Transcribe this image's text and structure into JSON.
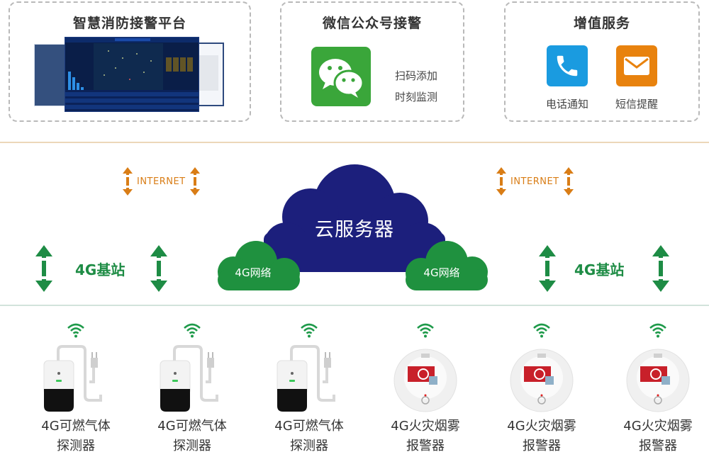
{
  "top_panels": {
    "platform": {
      "title": "智慧消防接警平台",
      "image": "fire-control-dashboard-screenshot"
    },
    "wechat": {
      "title": "微信公众号接警",
      "icon": "wechat-icon",
      "lines": [
        "扫码添加",
        "时刻监测"
      ]
    },
    "value_added": {
      "title": "增值服务",
      "items": [
        {
          "icon": "phone-icon",
          "label": "电话通知",
          "color": "#1a9be0"
        },
        {
          "icon": "mail-icon",
          "label": "短信提醒",
          "color": "#e8820e"
        }
      ]
    }
  },
  "network": {
    "internet_left": "INTERNET",
    "internet_right": "INTERNET",
    "base_left": "4G基站",
    "base_right": "4G基站",
    "cloud_main": "云服务器",
    "cloud_left": "4G网络",
    "cloud_right": "4G网络"
  },
  "devices": [
    {
      "type": "gas",
      "label1": "4G可燃气体",
      "label2": "探测器"
    },
    {
      "type": "gas",
      "label1": "4G可燃气体",
      "label2": "探测器"
    },
    {
      "type": "gas",
      "label1": "4G可燃气体",
      "label2": "探测器"
    },
    {
      "type": "smoke",
      "label1": "4G火灾烟雾",
      "label2": "报警器"
    },
    {
      "type": "smoke",
      "label1": "4G火灾烟雾",
      "label2": "报警器"
    },
    {
      "type": "smoke",
      "label1": "4G火灾烟雾",
      "label2": "报警器"
    }
  ],
  "colors": {
    "cloud_main": "#1c1f7c",
    "cloud_small": "#1f913f",
    "internet": "#d97d16",
    "base_station": "#1e8c45",
    "wifi": "#1e9a4a",
    "wechat": "#3aa63a"
  }
}
